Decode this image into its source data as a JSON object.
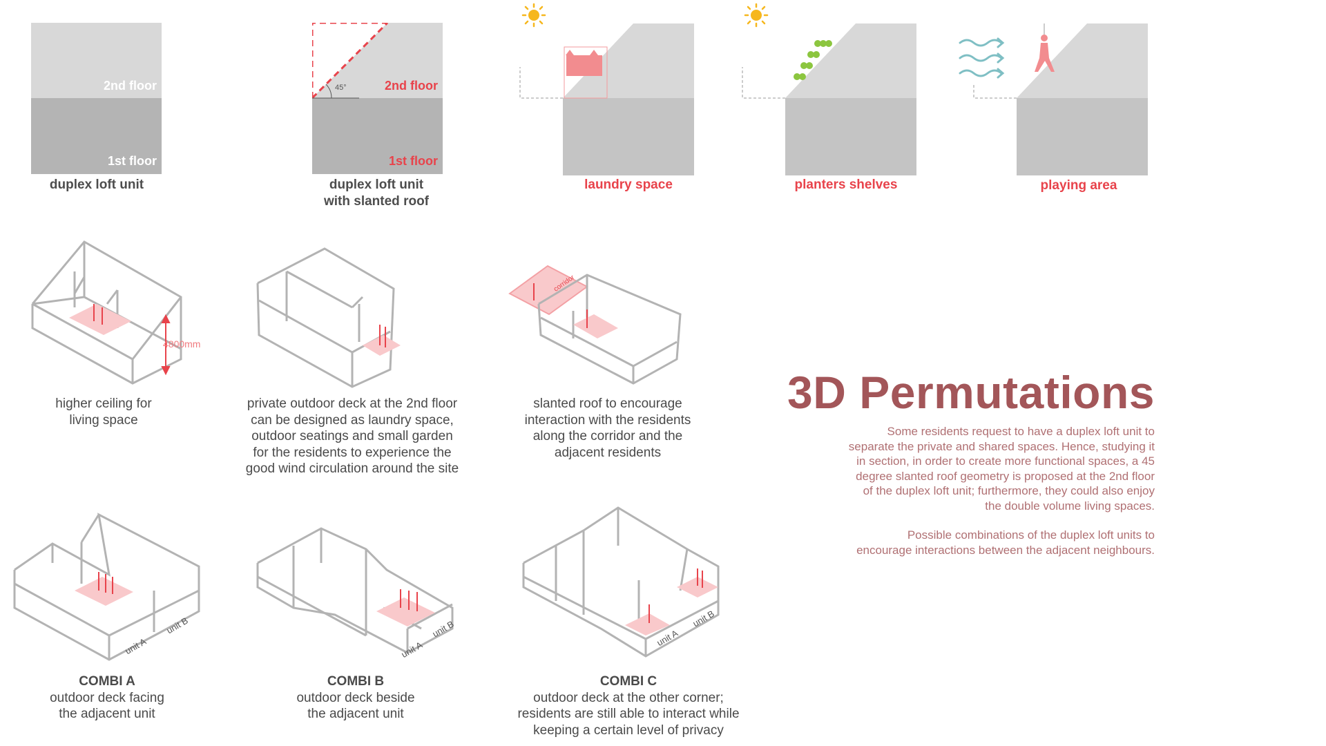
{
  "colors": {
    "accent_red": "#e8434b",
    "title_brown": "#a35659",
    "para_text": "#b07073",
    "gray_light": "#d8d8d8",
    "gray_dark": "#b4b4b4",
    "line_gray": "#b3b3b3"
  },
  "top": {
    "unit1": {
      "second_floor": "2nd floor",
      "first_floor": "1st floor",
      "caption": "duplex loft unit"
    },
    "unit2": {
      "second_floor": "2nd floor",
      "first_floor": "1st floor",
      "angle": "45°",
      "caption_line1": "duplex loft unit",
      "caption_line2": "with slanted roof"
    },
    "unit3": {
      "caption": "laundry space",
      "icon": "sun-icon"
    },
    "unit4": {
      "caption": "planters shelves",
      "icon": "sun-icon"
    },
    "unit5": {
      "caption": "playing area",
      "icon": "wind-icon"
    }
  },
  "middle": {
    "diagram1": {
      "dimension": "4800mm",
      "lines": [
        "higher ceiling for",
        "living space"
      ]
    },
    "diagram2": {
      "lines": [
        "private outdoor deck at the 2nd floor",
        "can be designed as laundry space,",
        "outdoor seatings and small garden",
        "for the residents to experience the",
        "good wind circulation around the site"
      ]
    },
    "diagram3": {
      "corridor": "corridor",
      "lines": [
        "slanted roof to encourage",
        "interaction with the residents",
        "along the corridor and the",
        "adjacent residents"
      ]
    }
  },
  "bottom": {
    "combi_a": {
      "title": "COMBI A",
      "unit_a": "unit A",
      "unit_b": "unit B",
      "lines": [
        "outdoor deck facing",
        "the adjacent unit"
      ]
    },
    "combi_b": {
      "title": "COMBI B",
      "unit_a": "unit A",
      "unit_b": "unit B",
      "lines": [
        "outdoor deck beside",
        "the adjacent unit"
      ]
    },
    "combi_c": {
      "title": "COMBI C",
      "unit_a": "unit A",
      "unit_b": "unit B",
      "lines": [
        "outdoor deck at the other corner;",
        "residents are still able to interact while",
        "keeping a certain level of privacy"
      ]
    }
  },
  "panel": {
    "title": "3D Permutations",
    "paragraph1": [
      "Some residents request to have a duplex loft unit to",
      "separate the private and shared spaces. Hence, studying it",
      "in section, in order to create more functional spaces, a 45",
      "degree slanted roof geometry is proposed at the 2nd floor",
      "of the duplex loft unit; furthermore, they could also enjoy",
      "the double volume living spaces."
    ],
    "paragraph2": [
      "Possible combinations of the duplex loft units to",
      "encourage interactions between the adjacent neighbours."
    ]
  }
}
